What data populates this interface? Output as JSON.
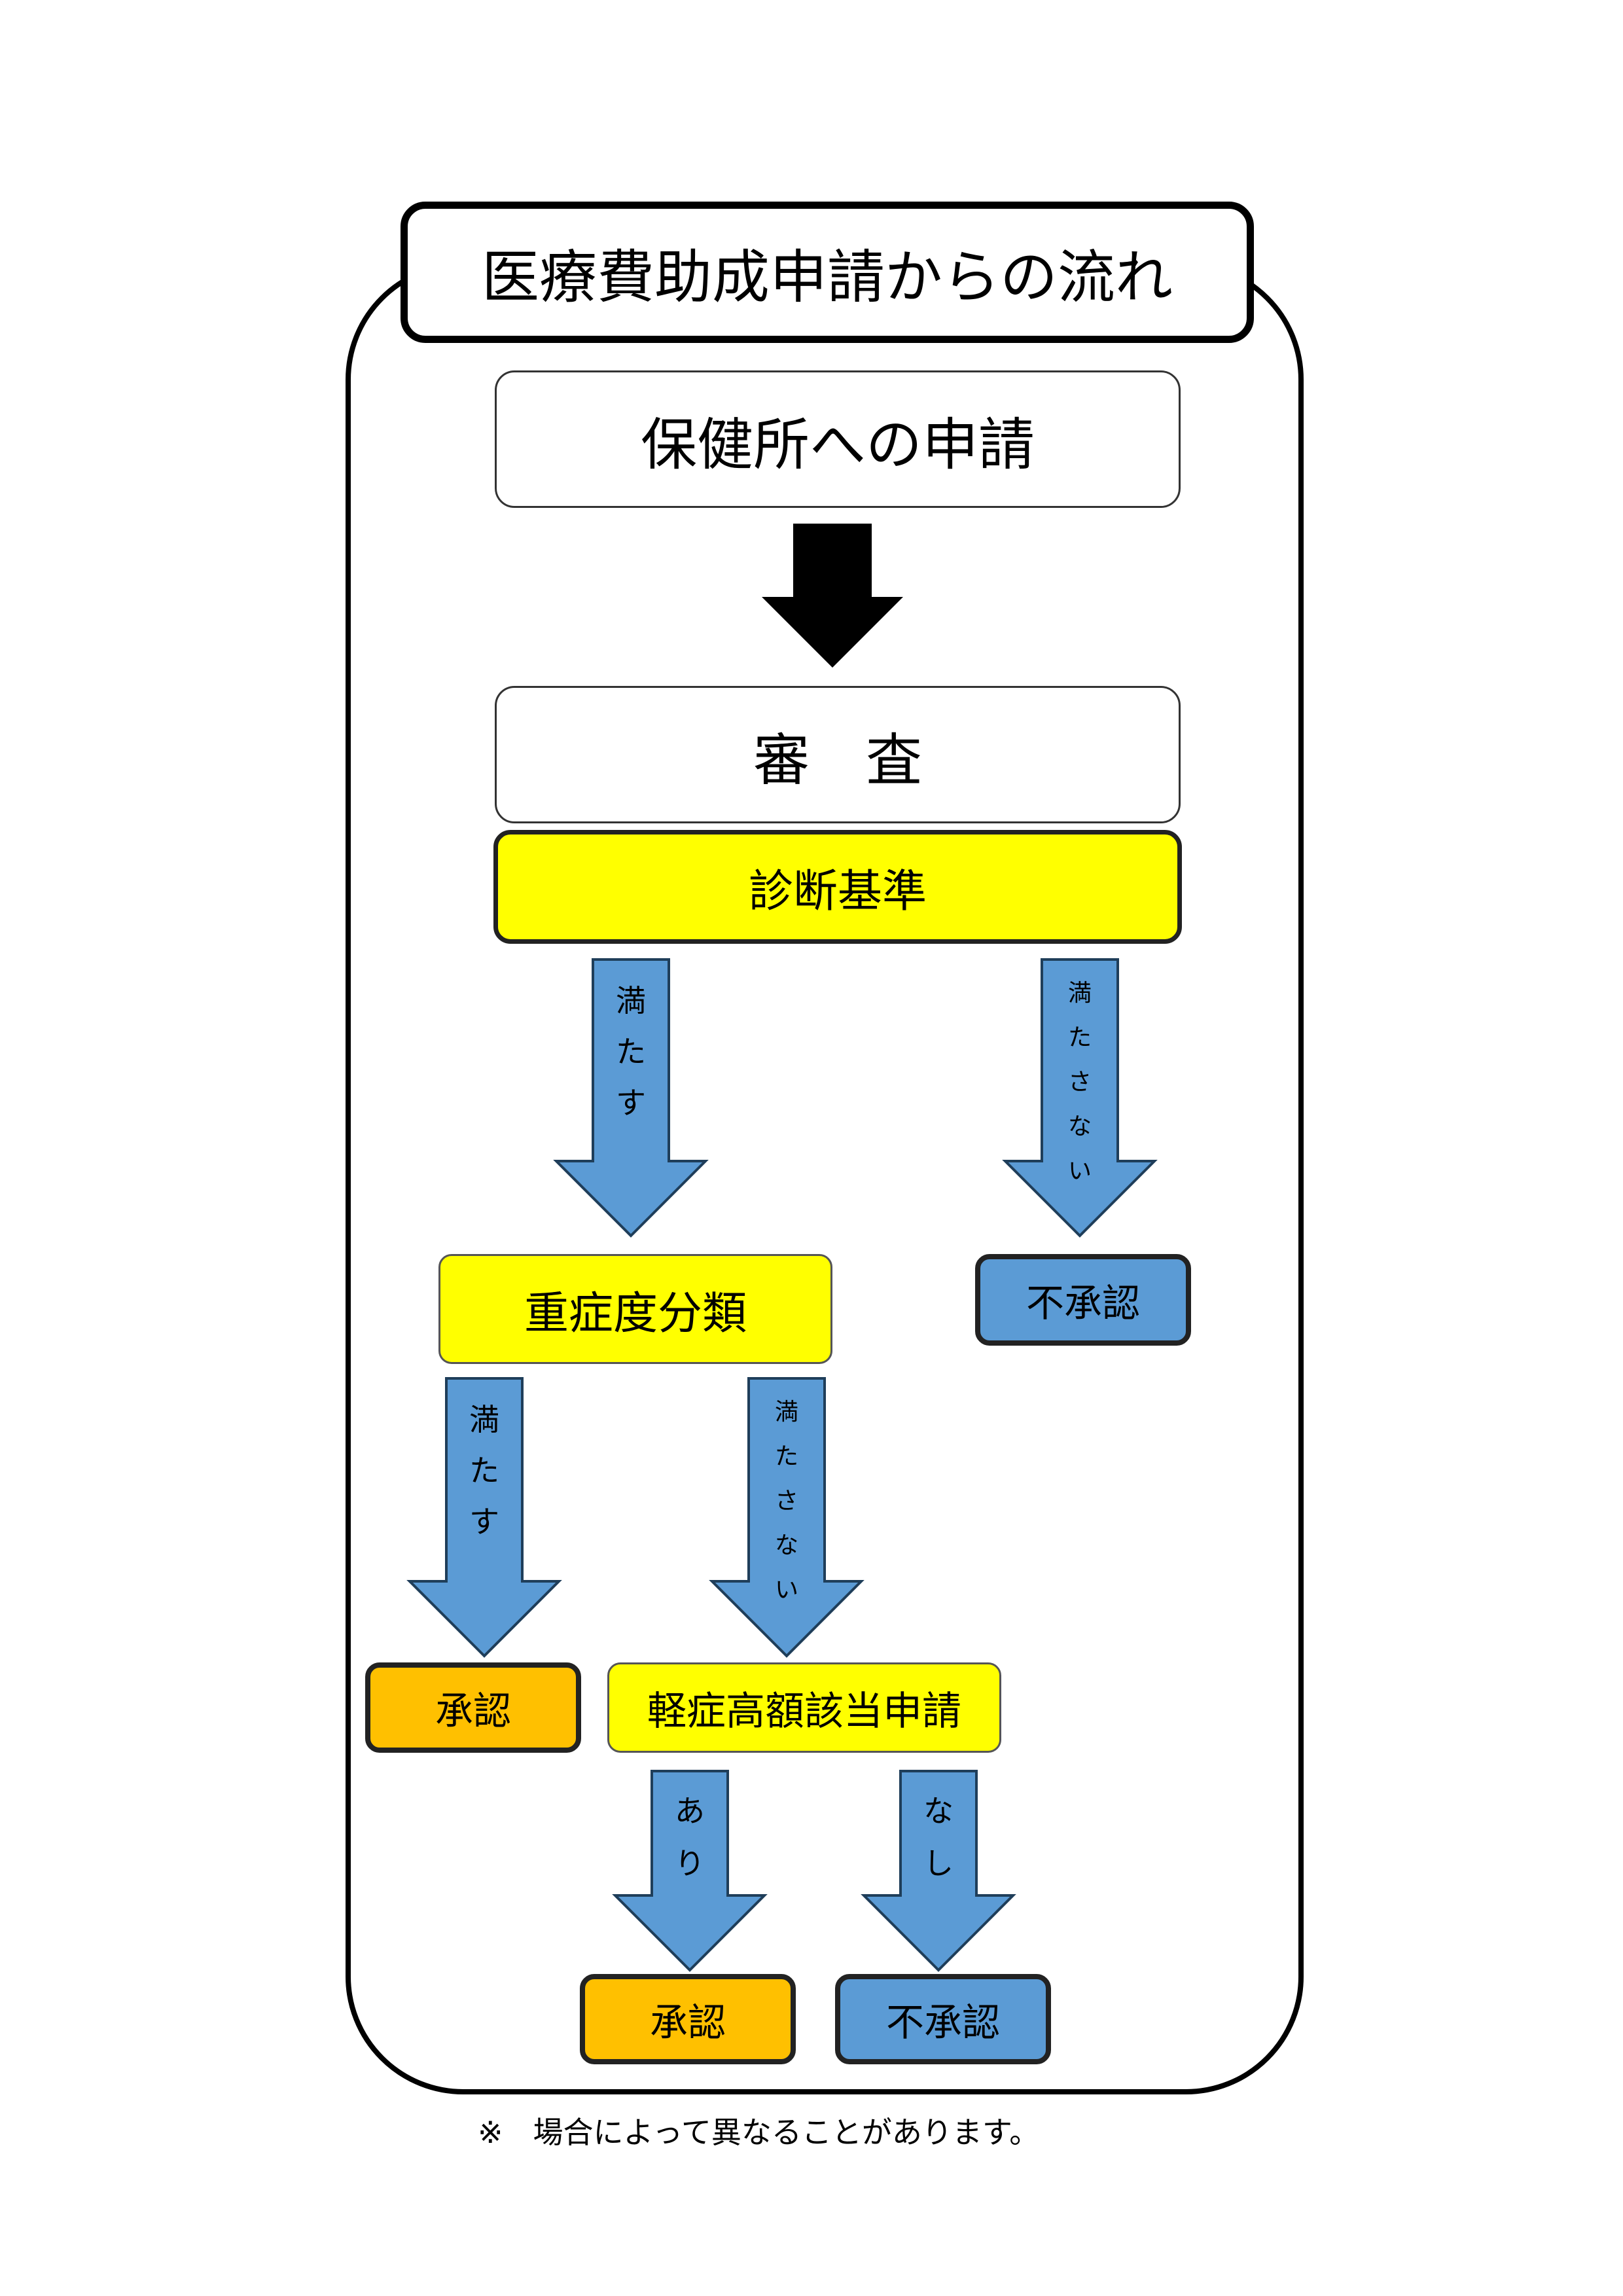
{
  "flowchart": {
    "title": "医療費助成申請からの流れ",
    "step_apply": "保健所への申請",
    "step_review": "審　査",
    "criteria": "診断基準",
    "criteria_met_label": [
      "満",
      "た",
      "す"
    ],
    "criteria_not_met_label": [
      "満",
      "た",
      "さ",
      "な",
      "い"
    ],
    "not_approved_1": "不承認",
    "severity": "重症度分類",
    "severity_met_label": [
      "満",
      "た",
      "す"
    ],
    "severity_not_met_label": [
      "満",
      "た",
      "さ",
      "な",
      "い"
    ],
    "approved_1": "承認",
    "mild_high_cost": "軽症高額該当申請",
    "mild_yes_label": [
      "あ",
      "り"
    ],
    "mild_no_label": [
      "な",
      "し"
    ],
    "approved_2": "承認",
    "not_approved_2": "不承認",
    "note": "※　場合によって異なることがあります。"
  },
  "colors": {
    "yellow": "#ffff00",
    "orange": "#ffc000",
    "blue": "#5b9bd5",
    "black": "#000000"
  }
}
